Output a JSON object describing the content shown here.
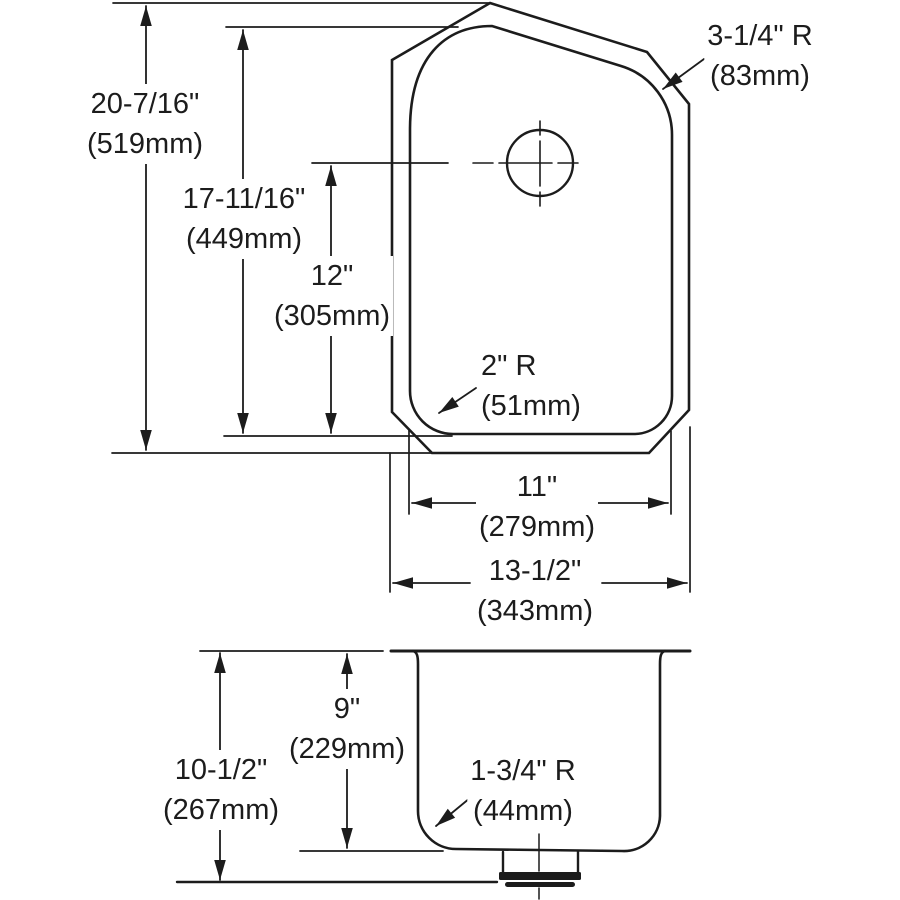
{
  "colors": {
    "background": "#ffffff",
    "line": "#1c1c1c"
  },
  "dims": {
    "overall_height": {
      "inch": "20-7/16\"",
      "mm": "(519mm)"
    },
    "inner_height": {
      "inch": "17-11/16\"",
      "mm": "(449mm)"
    },
    "hole_to_inner_bottom": {
      "inch": "12\"",
      "mm": "(305mm)"
    },
    "top_corner_radius": {
      "inch": "3-1/4\" R",
      "mm": "(83mm)"
    },
    "bottom_corner_radius": {
      "inch": "2\" R",
      "mm": "(51mm)"
    },
    "inner_width": {
      "inch": "11\"",
      "mm": "(279mm)"
    },
    "overall_width": {
      "inch": "13-1/2\"",
      "mm": "(343mm)"
    },
    "bowl_depth": {
      "inch": "9\"",
      "mm": "(229mm)"
    },
    "overall_depth": {
      "inch": "10-1/2\"",
      "mm": "(267mm)"
    },
    "bowl_bottom_radius": {
      "inch": "1-3/4\" R",
      "mm": "(44mm)"
    }
  }
}
